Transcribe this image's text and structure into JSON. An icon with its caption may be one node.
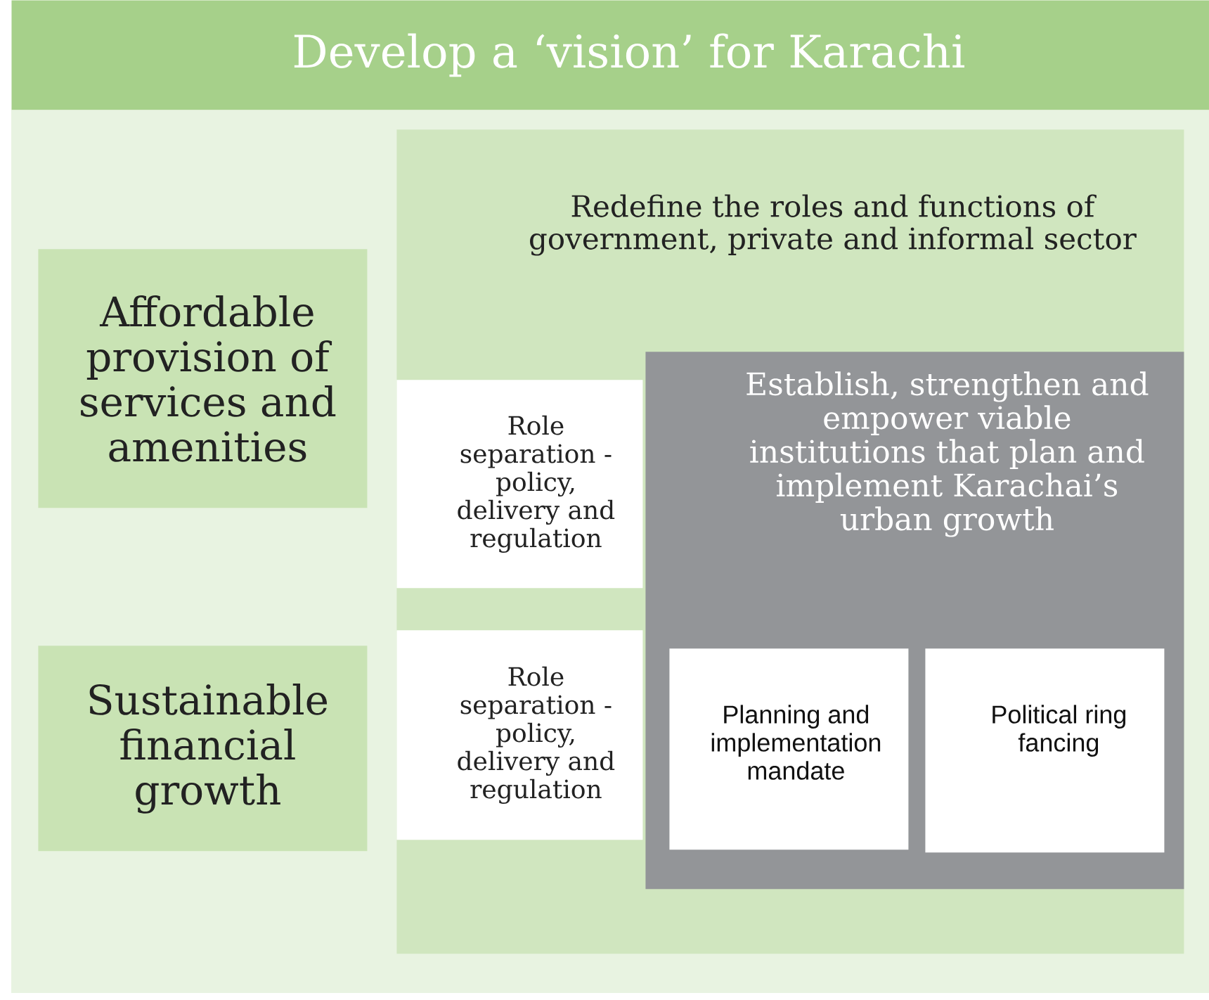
{
  "diagram": {
    "nodes": [
      {
        "text": [
          "Develop a ‘vision’ for Karachi"
        ]
      },
      {
        "text": [
          "Affordable provision of services and amenities"
        ]
      },
      {
        "text": [
          "Sustainable financial growth"
        ]
      },
      {
        "text": [
          "Redefine the roles and functions of government, private and informal sector"
        ]
      },
      {
        "text": [
          "Role separation - policy, delivery and regulation"
        ],
        "in": 3
      },
      {
        "text": [
          "Role separation - policy, delivery and regulation"
        ],
        "in": 3
      },
      {
        "text": [
          "Establish, strengthen and empower viable institutions that plan and implement Karachai’s urban growth"
        ],
        "in": 3
      },
      {
        "text": [
          "Planning and implementation mandate"
        ],
        "in": 6
      },
      {
        "text": [
          "Political ring fancing"
        ],
        "in": 6
      }
    ]
  }
}
